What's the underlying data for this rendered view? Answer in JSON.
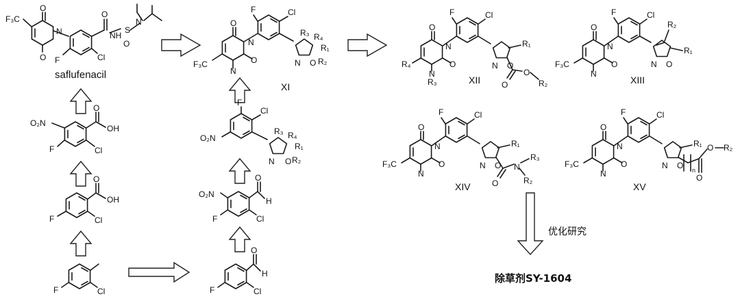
{
  "labels": {
    "saflufenacil": "saflufenacil",
    "XI": "XI",
    "XII": "XII",
    "XIII": "XIII",
    "XIV": "XIV",
    "XV": "XV",
    "optimization": "优化研究",
    "product": "除草剂SY-1604"
  },
  "atoms": {
    "F": "F",
    "Cl": "Cl",
    "O": "O",
    "N": "N",
    "S": "S",
    "H": "H",
    "CF3": "F₃C",
    "NO2": "O₂N",
    "COOH": "OH",
    "IsoxN": "N",
    "IsoxO": "O",
    "NH": "NH",
    "R1": "R₁",
    "R2": "R₂",
    "R3": "R₃",
    "R4": "R₄",
    "n": "n"
  }
}
